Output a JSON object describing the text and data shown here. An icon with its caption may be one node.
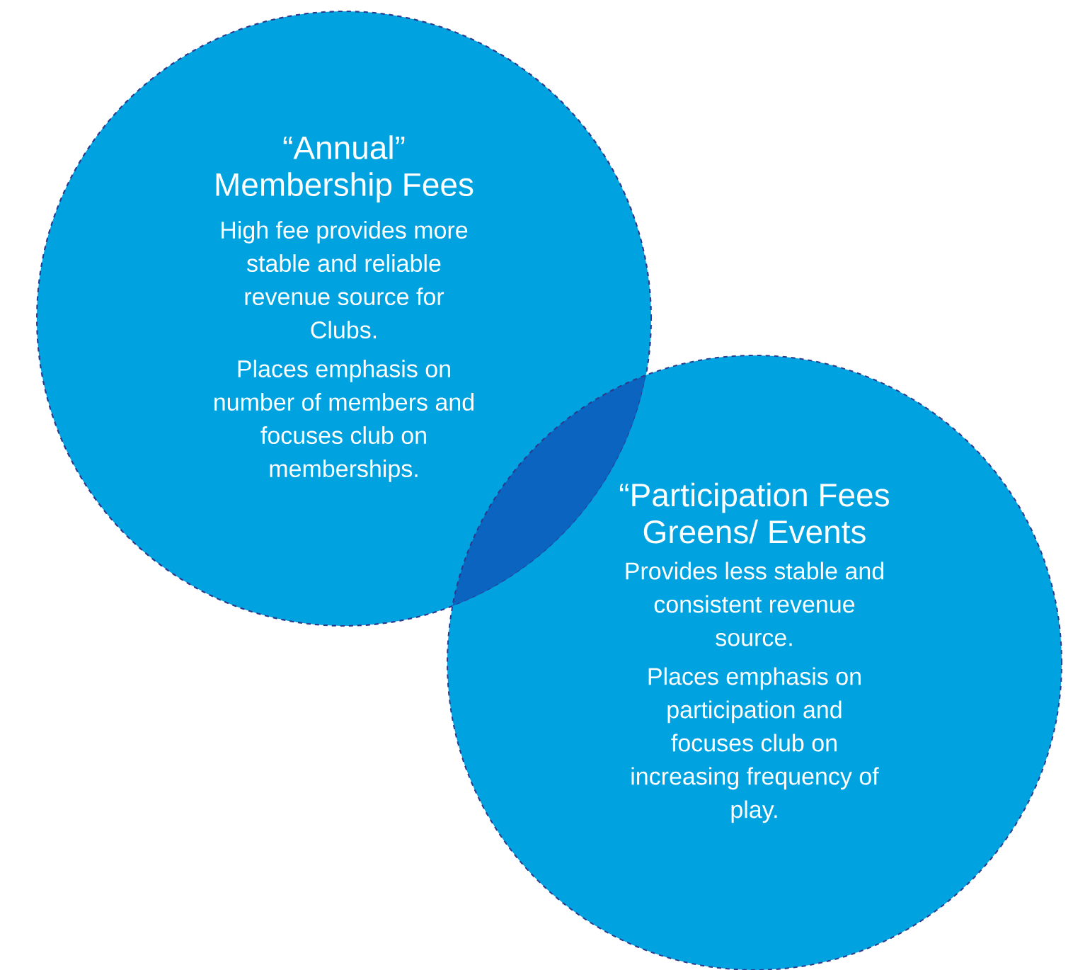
{
  "diagram": {
    "nodes": [
      {
        "text": [
          "“Annual” Membership Fees",
          "High fee provides more stable and reliable revenue source for Clubs.",
          "Places emphasis on number of members and focuses club on memberships."
        ]
      },
      {
        "text": [
          "“Participation Fees Greens/ Events",
          "Provides less stable and consistent revenue source.",
          "Places emphasis on participation and focuses club on increasing frequency of play."
        ]
      }
    ]
  }
}
